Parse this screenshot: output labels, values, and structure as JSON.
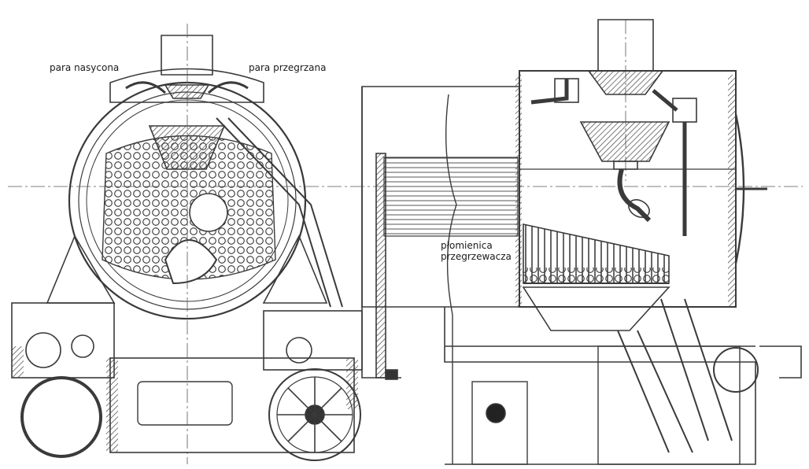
{
  "labels": {
    "saturated_steam": "para nasycona",
    "superheated_steam": "para przegrzana",
    "superheater_flue_line1": "płomienica",
    "superheater_flue_line2": "przegrzewacza"
  },
  "colors": {
    "ink": "#3a3a3a",
    "hatch": "#4a4a4a",
    "paper": "#ffffff"
  }
}
